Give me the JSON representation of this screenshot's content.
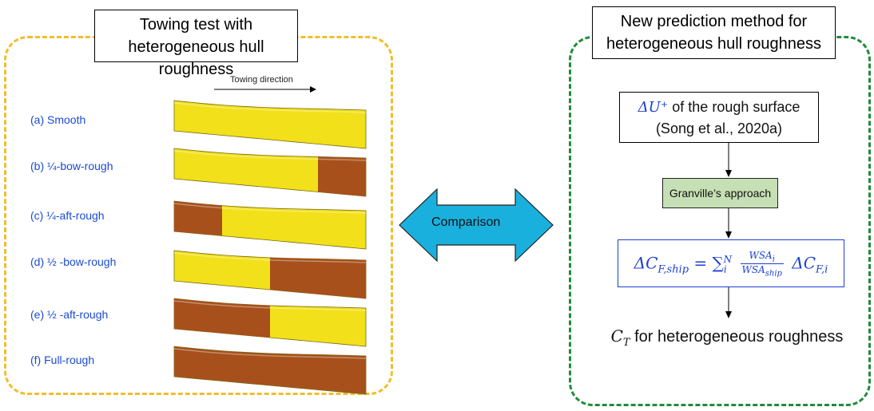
{
  "left_panel": {
    "title_line1": "Towing test with",
    "title_line2": "heterogeneous hull roughness",
    "towing_direction": "Towing direction",
    "hulls": [
      {
        "label": "(a) Smooth"
      },
      {
        "label": "(b) ¼-bow-rough"
      },
      {
        "label": "(c) ¼-aft-rough"
      },
      {
        "label": "(d) ½ -bow-rough"
      },
      {
        "label": "(e) ½ -aft-rough"
      },
      {
        "label": "(f) Full-rough"
      }
    ],
    "rough_fraction": [
      0,
      0.25,
      0.25,
      0.5,
      0.5,
      1.0
    ],
    "rough_side": [
      "none",
      "bow",
      "aft",
      "bow",
      "aft",
      "full"
    ]
  },
  "comparison": {
    "label": "Comparison",
    "arrow_color": "#1ab0de"
  },
  "right_panel": {
    "title_line1": "New prediction method for",
    "title_line2": "heterogeneous hull roughness",
    "du_line1_symbol": "ΔU⁺",
    "du_line1_text": " of the rough surface",
    "du_line2": "(Song et al., 2020a)",
    "granville": "Granville’s approach",
    "formula": {
      "lhs": "ΔC",
      "lhs_sub": "F,ship",
      "eq": " = ∑",
      "sum_sub": "i",
      "sum_sup": "N",
      "num": "WSA",
      "num_sub": "i",
      "den": "WSA",
      "den_sub": "ship",
      "rhs": "ΔC",
      "rhs_sub": "F,i"
    },
    "ct_symbol": "C",
    "ct_sub": "T",
    "ct_text": " for heterogeneous roughness"
  },
  "colors": {
    "smooth_hull": "#f2e01a",
    "rough_hull": "#a8501c",
    "left_border": "#f2bd2a",
    "right_border": "#1e8c3a",
    "granville_fill": "#c6dfb4",
    "formula_blue": "#1c3fd1",
    "label_blue": "#1a4ad6"
  }
}
